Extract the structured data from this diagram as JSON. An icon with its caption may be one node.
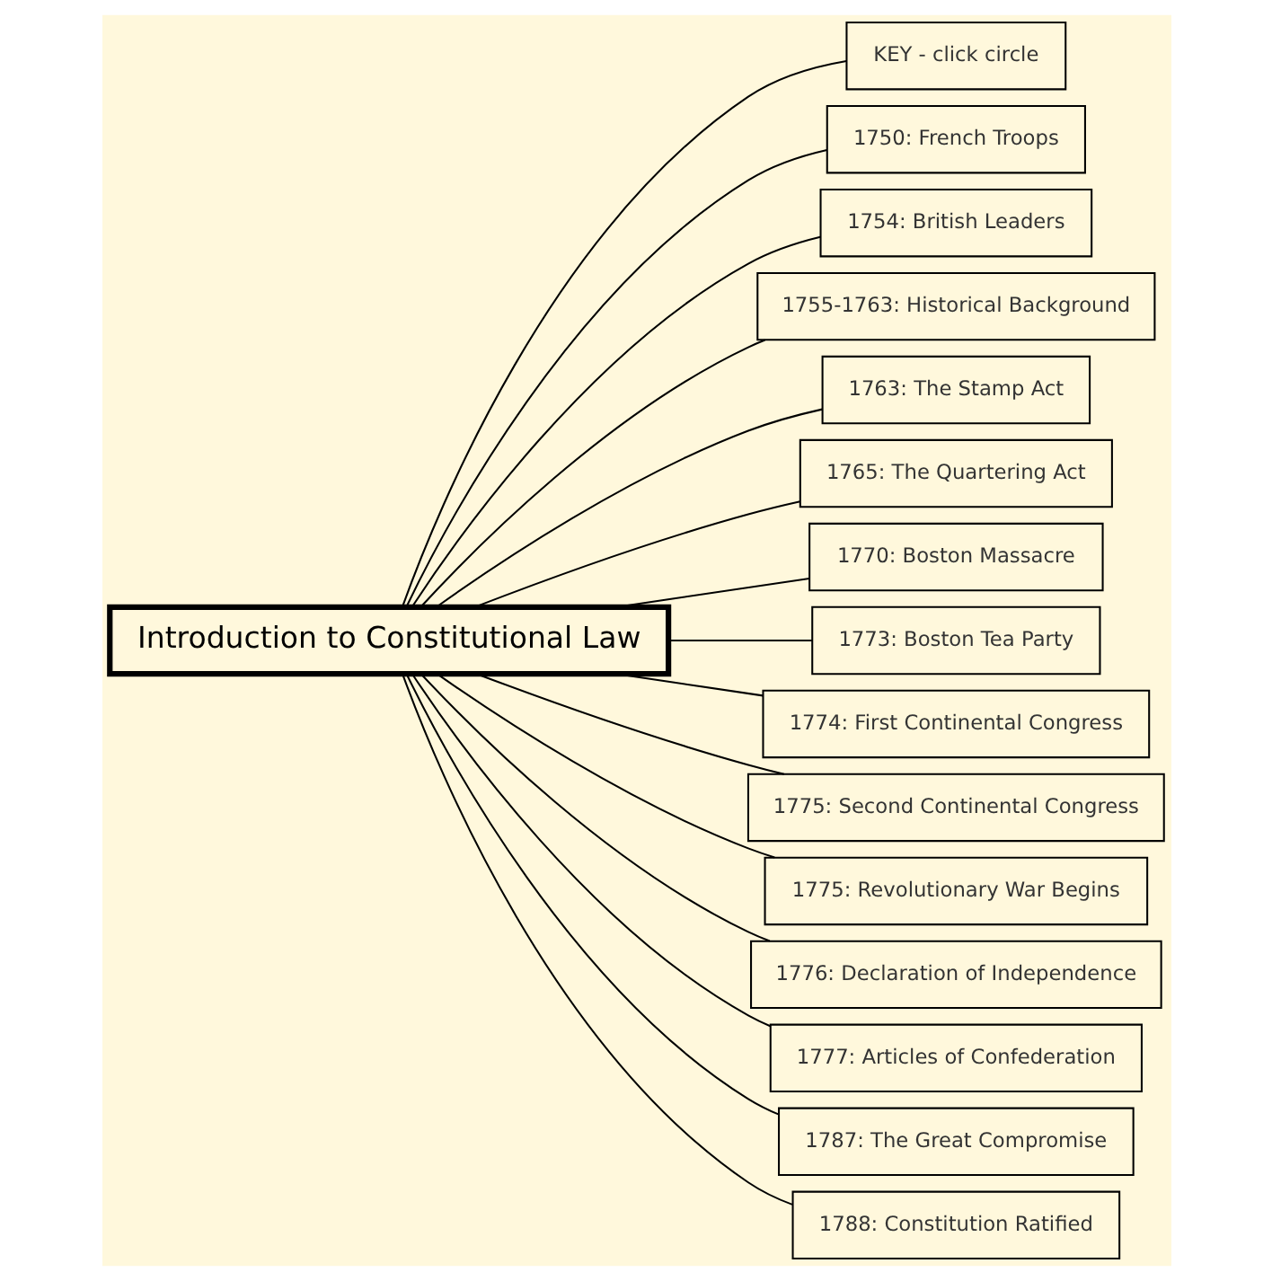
{
  "diagram": {
    "nodes": [
      {
        "text": [
          "Introduction to Constitutional Law"
        ]
      },
      {
        "text": [
          "KEY - click circle"
        ]
      },
      {
        "text": [
          "1750: French Troops"
        ]
      },
      {
        "text": [
          "1754: British Leaders"
        ]
      },
      {
        "text": [
          "1755-1763: Historical Background"
        ]
      },
      {
        "text": [
          "1763: The Stamp Act"
        ]
      },
      {
        "text": [
          "1765: The Quartering Act"
        ]
      },
      {
        "text": [
          "1770: Boston Massacre"
        ]
      },
      {
        "text": [
          "1773: Boston Tea Party"
        ]
      },
      {
        "text": [
          "1774: First Continental Congress"
        ]
      },
      {
        "text": [
          "1775: Second Continental Congress"
        ]
      },
      {
        "text": [
          "1775: Revolutionary War Begins"
        ]
      },
      {
        "text": [
          "1776: Declaration of Independence"
        ]
      },
      {
        "text": [
          "1777: Articles of Confederation"
        ]
      },
      {
        "text": [
          "1787: The Great Compromise"
        ]
      },
      {
        "text": [
          "1788: Constitution Ratified"
        ]
      }
    ],
    "edges": [
      {
        "from": 0,
        "to": 1,
        "arrow": "none"
      },
      {
        "from": 0,
        "to": 2,
        "arrow": "none"
      },
      {
        "from": 0,
        "to": 3,
        "arrow": "none"
      },
      {
        "from": 0,
        "to": 4,
        "arrow": "none"
      },
      {
        "from": 0,
        "to": 5,
        "arrow": "none"
      },
      {
        "from": 0,
        "to": 6,
        "arrow": "none"
      },
      {
        "from": 0,
        "to": 7,
        "arrow": "none"
      },
      {
        "from": 0,
        "to": 8,
        "arrow": "none"
      },
      {
        "from": 0,
        "to": 9,
        "arrow": "none"
      },
      {
        "from": 0,
        "to": 10,
        "arrow": "none"
      },
      {
        "from": 0,
        "to": 11,
        "arrow": "none"
      },
      {
        "from": 0,
        "to": 12,
        "arrow": "none"
      },
      {
        "from": 0,
        "to": 13,
        "arrow": "none"
      },
      {
        "from": 0,
        "to": 14,
        "arrow": "none"
      },
      {
        "from": 0,
        "to": 15,
        "arrow": "none"
      }
    ]
  }
}
